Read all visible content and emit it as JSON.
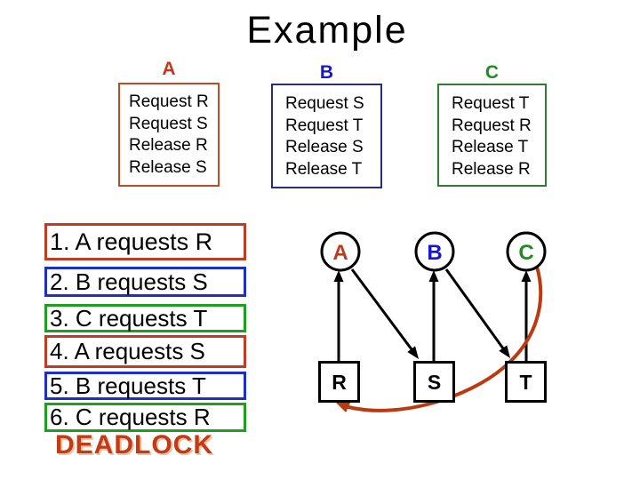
{
  "title": "Example",
  "colors": {
    "deadlock": "#c43a17",
    "cycle_red": "#bb3a10",
    "ink": "#000000"
  },
  "processes": [
    {
      "name": "A",
      "name_color": "#c0391b",
      "border": "#c04a22",
      "lines": [
        "Request R",
        "Request S",
        "Release R",
        "Release S"
      ]
    },
    {
      "name": "B",
      "name_color": "#1717cf",
      "border": "#2b2b80",
      "lines": [
        "Request S",
        "Request T",
        "Release S",
        "Release T"
      ]
    },
    {
      "name": "C",
      "name_color": "#1e8f1e",
      "border": "#2e7d32",
      "lines": [
        "Request T",
        "Request R",
        "Release T",
        "Release R"
      ]
    }
  ],
  "steps": [
    {
      "label": "1. A requests R",
      "border": "#c23b22"
    },
    {
      "label": "2. B requests S",
      "border": "#1d2fc9"
    },
    {
      "label": "3. C requests T",
      "border": "#1f9e1f"
    },
    {
      "label": "4. A requests S",
      "border": "#c23b22"
    },
    {
      "label": "5. B requests T",
      "border": "#1d2fc9"
    },
    {
      "label": "6. C requests R",
      "border": "#1f9e1f"
    }
  ],
  "deadlock_label": "DEADLOCK",
  "graph": {
    "process_nodes": [
      {
        "label": "A",
        "color": "#c0391b"
      },
      {
        "label": "B",
        "color": "#1717cf"
      },
      {
        "label": "C",
        "color": "#1e8f1e"
      }
    ],
    "resource_nodes": [
      {
        "label": "R"
      },
      {
        "label": "S"
      },
      {
        "label": "T"
      }
    ],
    "edges": [
      {
        "from": "R",
        "to": "A",
        "kind": "allocation"
      },
      {
        "from": "A",
        "to": "S",
        "kind": "request"
      },
      {
        "from": "S",
        "to": "B",
        "kind": "allocation"
      },
      {
        "from": "B",
        "to": "T",
        "kind": "request"
      },
      {
        "from": "T",
        "to": "C",
        "kind": "allocation"
      },
      {
        "from": "C",
        "to": "R",
        "kind": "request-deadlock-cycle"
      }
    ]
  }
}
